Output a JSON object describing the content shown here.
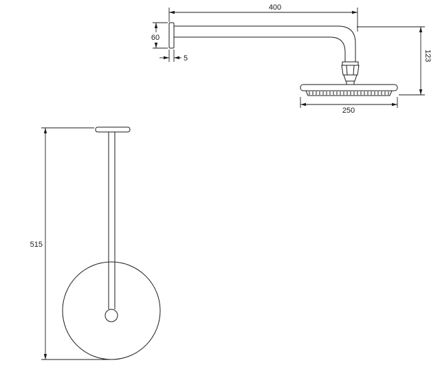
{
  "drawing": {
    "type": "technical-dimension-diagram",
    "subject": "wall-mounted overhead shower head, side view and front view",
    "colors": {
      "line": "#1a1a1a",
      "background": "#ffffff"
    },
    "side_view": {
      "dims": {
        "arm_length": "400",
        "flange_size": "60",
        "flange_thickness": "5",
        "head_drop": "123",
        "head_diameter": "250"
      }
    },
    "front_view": {
      "dims": {
        "overall_height": "515"
      }
    }
  }
}
